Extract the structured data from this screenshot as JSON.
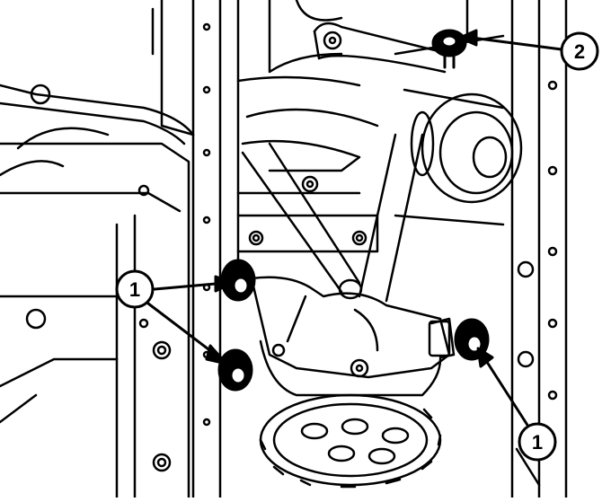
{
  "callouts": [
    {
      "label": "1"
    },
    {
      "label": "1"
    },
    {
      "label": "2"
    }
  ],
  "colors": {
    "line": "#000000",
    "background": "#ffffff"
  }
}
